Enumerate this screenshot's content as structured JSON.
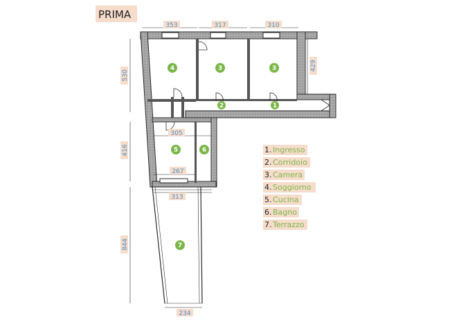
{
  "title": "PRIMA",
  "dimensions": {
    "d_353": "353",
    "d_317": "317",
    "d_310": "310",
    "d_530": "530",
    "d_429": "429",
    "d_416": "416",
    "d_305": "305",
    "d_267": "267",
    "d_313": "313",
    "d_844": "844",
    "d_234": "234"
  },
  "room_markers": [
    "1",
    "2",
    "3",
    "4",
    "5",
    "6",
    "7"
  ],
  "legend": [
    {
      "num": "1.",
      "name": "Ingresso"
    },
    {
      "num": "2.",
      "name": "Corridoio"
    },
    {
      "num": "3.",
      "name": "Camera"
    },
    {
      "num": "4.",
      "name": "Soggiorno"
    },
    {
      "num": "5.",
      "name": "Cucina"
    },
    {
      "num": "6.",
      "name": "Bagno"
    },
    {
      "num": "7.",
      "name": "Terrazzo"
    }
  ],
  "colors": {
    "label_bg": "#f6dccb",
    "wall": "#9b9b9b",
    "wall_line": "#2a2a2a",
    "marker": "#7ab648",
    "dim_text": "#4a90c8",
    "legend_text": "#7ab648"
  }
}
